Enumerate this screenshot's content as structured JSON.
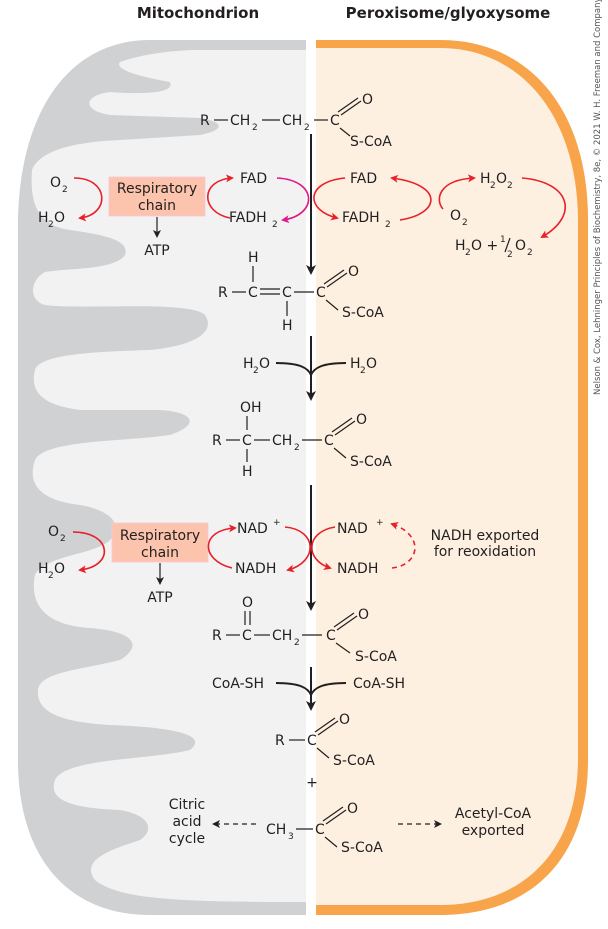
{
  "headers": {
    "left": "Mitochondrion",
    "right": "Peroxisome/glyoxysome"
  },
  "credit": "Nelson & Cox, Lehninger Principles of Biochemistry, 8e, © 2021 W. H. Freeman and Company",
  "colors": {
    "mito_membrane": "#d0d1d3",
    "mito_matrix": "#f2f2f2",
    "perox_membrane": "#f7a44a",
    "perox_matrix": "#fdf0e1",
    "respiratory_chain_box": "#fcc4ad",
    "red_arrow": "#e8202a",
    "magenta_arrow": "#e0188a"
  },
  "molecules": {
    "acyl_coa": {
      "R": "R",
      "ch2a": "CH",
      "ch2b": "CH",
      "sub2": "2",
      "C": "C",
      "O": "O",
      "scoa": "S-CoA"
    },
    "enoyl_coa": {
      "R": "R",
      "C1": "C",
      "C2": "C",
      "C3": "C",
      "H_top": "H",
      "H_bot": "H",
      "O": "O",
      "scoa": "S-CoA"
    },
    "hydroxyacyl_coa": {
      "R": "R",
      "C1": "C",
      "OH": "OH",
      "H": "H",
      "ch2": "CH",
      "sub2": "2",
      "C": "C",
      "O": "O",
      "scoa": "S-CoA"
    },
    "ketoacyl_coa": {
      "R": "R",
      "C1": "C",
      "O_top": "O",
      "ch2": "CH",
      "sub2": "2",
      "C": "C",
      "O": "O",
      "scoa": "S-CoA"
    },
    "shortened_acyl_coa": {
      "R": "R",
      "C": "C",
      "O": "O",
      "scoa": "S-CoA"
    },
    "plus": "+",
    "acetyl_coa": {
      "ch3": "CH",
      "sub3": "3",
      "C": "C",
      "O": "O",
      "scoa": "S-CoA"
    }
  },
  "mito_step1": {
    "o2": "O",
    "o2_sub": "2",
    "h2o_h": "H",
    "h2o_sub": "2",
    "h2o_o": "O",
    "resp_line1": "Respiratory",
    "resp_line2": "chain",
    "atp": "ATP",
    "fad": "FAD",
    "fadh2": "FADH",
    "fadh2_sub": "2"
  },
  "perox_step1": {
    "fad": "FAD",
    "fadh2": "FADH",
    "fadh2_sub": "2",
    "o2": "O",
    "o2_sub": "2",
    "h2o2_h": "H",
    "h2o2_sub1": "2",
    "h2o2_o": "O",
    "h2o2_sub2": "2",
    "products_h2o": "H",
    "products_h2o_sub": "2",
    "products_o": "O +",
    "half_num": "1",
    "half_den": "2",
    "products_o2": "O",
    "products_o2_sub": "2"
  },
  "hydration": {
    "left": "H",
    "left_sub": "2",
    "left_o": "O",
    "right": "H",
    "right_sub": "2",
    "right_o": "O"
  },
  "mito_step3": {
    "o2": "O",
    "o2_sub": "2",
    "h2o_h": "H",
    "h2o_sub": "2",
    "h2o_o": "O",
    "resp_line1": "Respiratory",
    "resp_line2": "chain",
    "atp": "ATP",
    "nad": "NAD",
    "nad_sup": "+",
    "nadh": "NADH"
  },
  "perox_step3": {
    "nad": "NAD",
    "nad_sup": "+",
    "nadh": "NADH",
    "note_line1": "NADH exported",
    "note_line2": "for reoxidation"
  },
  "thiolysis": {
    "left": "CoA-SH",
    "right": "CoA-SH"
  },
  "fates": {
    "left_line1": "Citric",
    "left_line2": "acid",
    "left_line3": "cycle",
    "right_line1": "Acetyl-CoA",
    "right_line2": "exported"
  }
}
